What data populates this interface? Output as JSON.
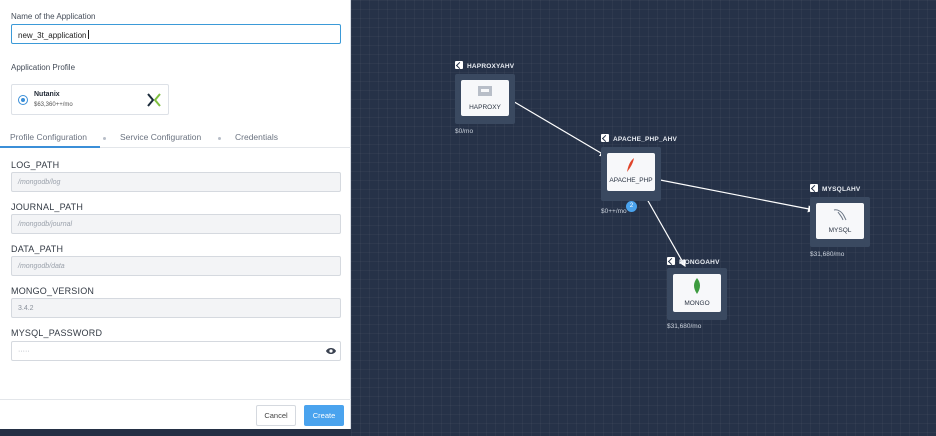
{
  "form": {
    "app_name_label": "Name of the Application",
    "app_name_value": "new_3t_application",
    "profile_label": "Application Profile",
    "profile": {
      "name": "Nutanix",
      "price": "$63,360++/mo"
    },
    "tabs": [
      {
        "label": "Profile Configuration",
        "active": true
      },
      {
        "label": "Service Configuration",
        "active": false
      },
      {
        "label": "Credentials",
        "active": false
      }
    ],
    "variables": [
      {
        "name": "LOG_PATH",
        "value": "/mongodb/log"
      },
      {
        "name": "JOURNAL_PATH",
        "value": "/mongodb/journal"
      },
      {
        "name": "DATA_PATH",
        "value": "/mongodb/data"
      },
      {
        "name": "MONGO_VERSION",
        "value": "3.4.2"
      },
      {
        "name": "MYSQL_PASSWORD",
        "value": "·····"
      }
    ],
    "cancel_label": "Cancel",
    "create_label": "Create"
  },
  "canvas": {
    "nodes": [
      {
        "id": "haproxy",
        "title": "HAPROXYAHV",
        "service": "HAPROXY",
        "cost": "$0/mo",
        "icon": "server-icon"
      },
      {
        "id": "apache",
        "title": "APACHE_PHP_AHV",
        "service": "APACHE_PHP",
        "cost": "$0++/mo",
        "badge": "2",
        "icon": "feather-icon"
      },
      {
        "id": "mysql",
        "title": "MYSQLAHV",
        "service": "MYSQL",
        "cost": "$31,680/mo",
        "icon": "dolphin-icon"
      },
      {
        "id": "mongo",
        "title": "MONGOAHV",
        "service": "MONGO",
        "cost": "$31,680/mo",
        "icon": "leaf-icon"
      }
    ]
  },
  "colors": {
    "accent": "#4aa3ee",
    "canvas_bg": "#263248",
    "node_bg": "#3a4960"
  }
}
